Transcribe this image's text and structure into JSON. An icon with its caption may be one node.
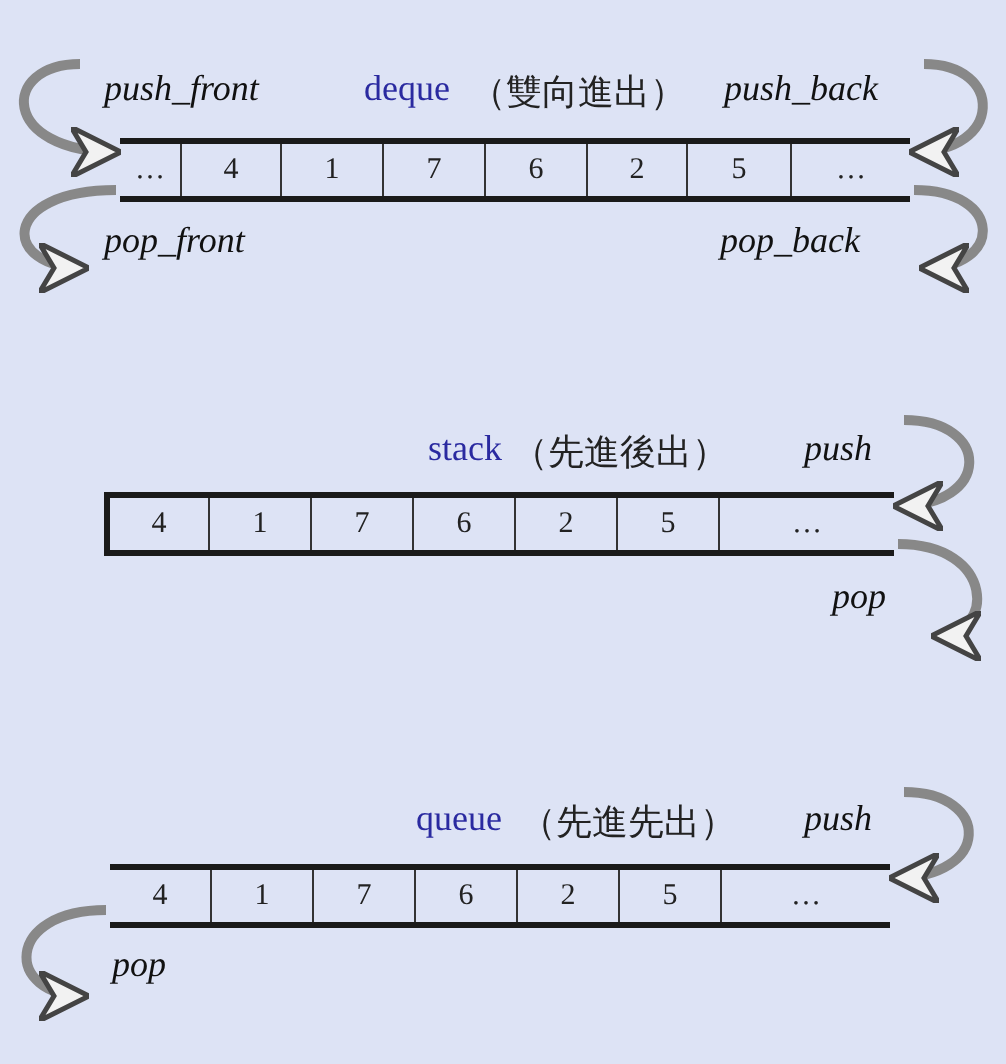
{
  "diagram": {
    "nodes": [
      {
        "text": [
          "…",
          "4",
          "1",
          "7",
          "6",
          "2",
          "5",
          "…"
        ],
        "beside": [
          "deque",
          "（雙向進出）"
        ]
      },
      {
        "text": [
          "4",
          "1",
          "7",
          "6",
          "2",
          "5",
          "…"
        ],
        "beside": [
          "stack",
          "（先進後出）"
        ]
      },
      {
        "text": [
          "4",
          "1",
          "7",
          "6",
          "2",
          "5",
          "…"
        ],
        "beside": [
          "queue",
          "（先進先出）"
        ]
      }
    ],
    "edges": [
      {
        "from": null,
        "to": 0,
        "arrow": "to",
        "label": "push_front"
      },
      {
        "from": null,
        "to": 0,
        "arrow": "to",
        "label": "push_back"
      },
      {
        "from": 0,
        "to": null,
        "arrow": "to",
        "label": "pop_front"
      },
      {
        "from": 0,
        "to": null,
        "arrow": "to",
        "label": "pop_back"
      },
      {
        "from": null,
        "to": 1,
        "arrow": "to",
        "label": "push"
      },
      {
        "from": 1,
        "to": null,
        "arrow": "to",
        "label": "pop"
      },
      {
        "from": null,
        "to": 2,
        "arrow": "to",
        "label": "push"
      },
      {
        "from": 2,
        "to": null,
        "arrow": "to",
        "label": "pop"
      }
    ]
  }
}
